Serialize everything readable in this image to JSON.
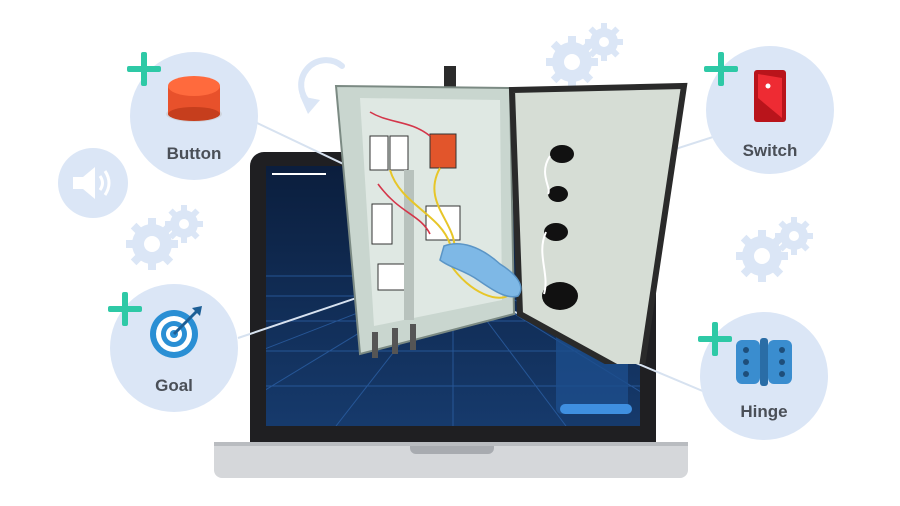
{
  "features": [
    {
      "key": "button",
      "label": "Button",
      "icon": "red-push-button-icon"
    },
    {
      "key": "switch",
      "label": "Switch",
      "icon": "red-toggle-switch-icon"
    },
    {
      "key": "goal",
      "label": "Goal",
      "icon": "target-icon"
    },
    {
      "key": "hinge",
      "label": "Hinge",
      "icon": "hinge-icon"
    }
  ],
  "colors": {
    "bubble": "#dbe6f6",
    "plus": "#2ec9a6",
    "laptop_frame": "#1f1f22",
    "screen": "#0f2a52",
    "cabinet": "#c9d6cf",
    "glove": "#7eb8e6",
    "accent_bar": "#3f8fe0"
  }
}
